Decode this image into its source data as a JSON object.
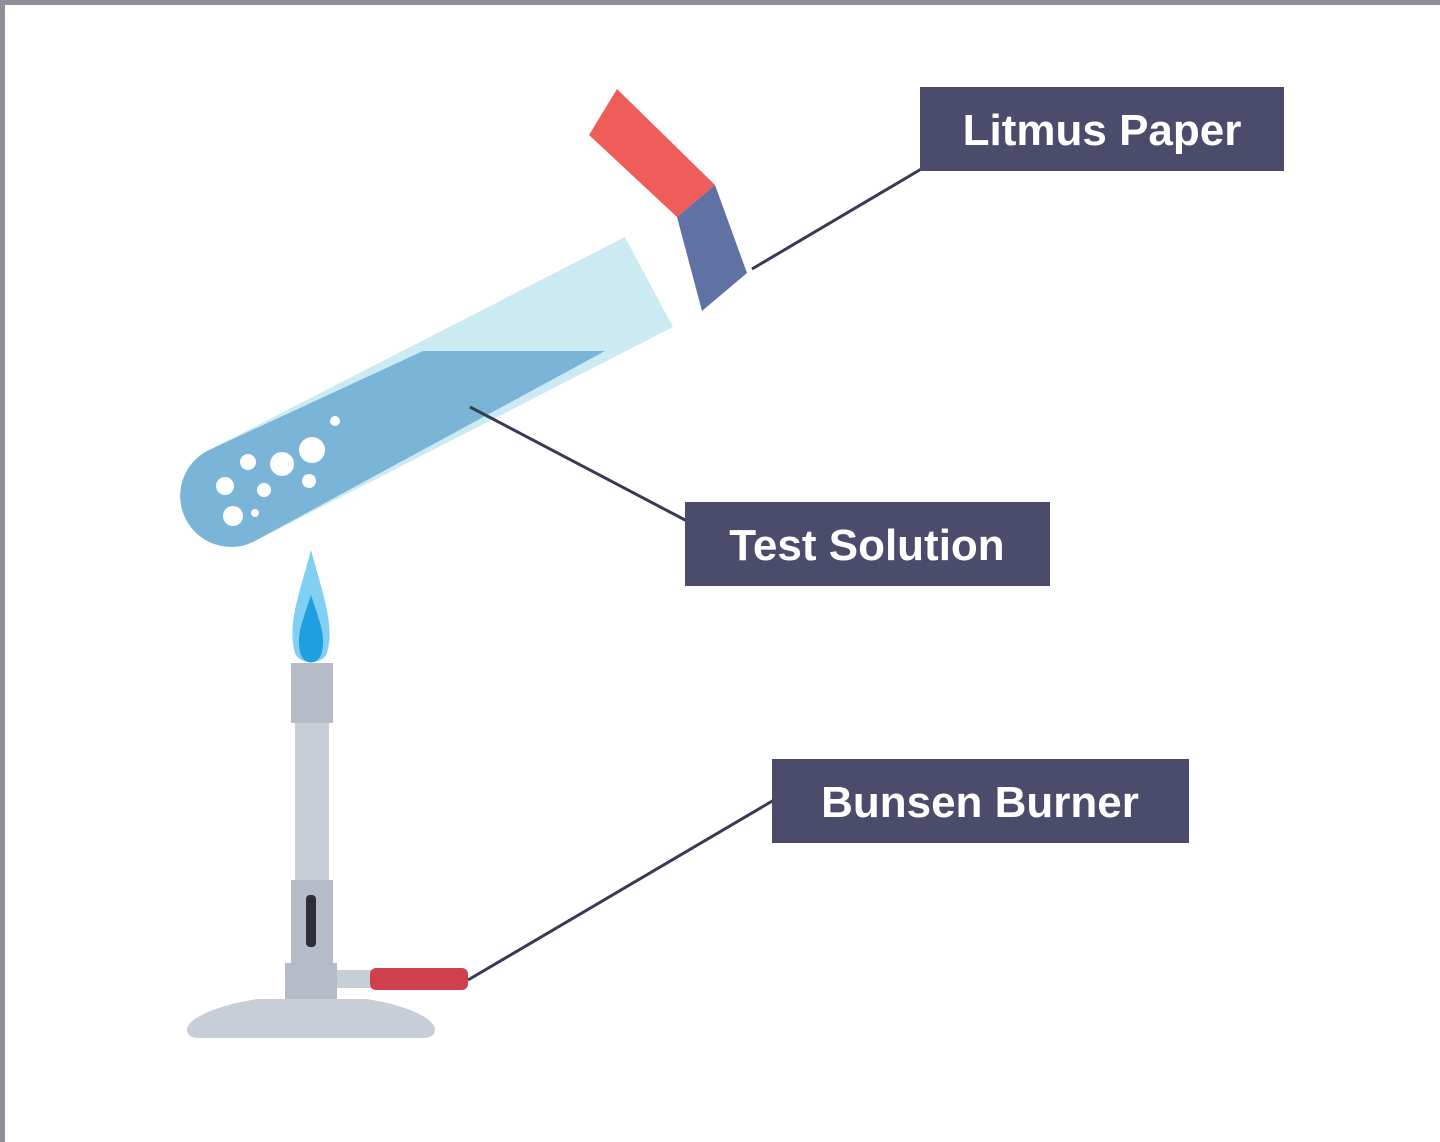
{
  "labels": {
    "litmus_paper": "Litmus Paper",
    "test_solution": "Test Solution",
    "bunsen_burner": "Bunsen Burner"
  },
  "colors": {
    "label_box": "#4b4b6b",
    "leader_line": "#3a3a55",
    "litmus_red": "#ef5d5a",
    "litmus_blue": "#5f72a3",
    "tube_glass": "#cbeaf2",
    "solution": "#7ab5d8",
    "flame_outer": "#7fd0f2",
    "flame_inner": "#1f9ee2",
    "burner_metal": "#c8ced8",
    "burner_dark": "#aeb6c2",
    "gas_inlet": "#d0404c"
  }
}
